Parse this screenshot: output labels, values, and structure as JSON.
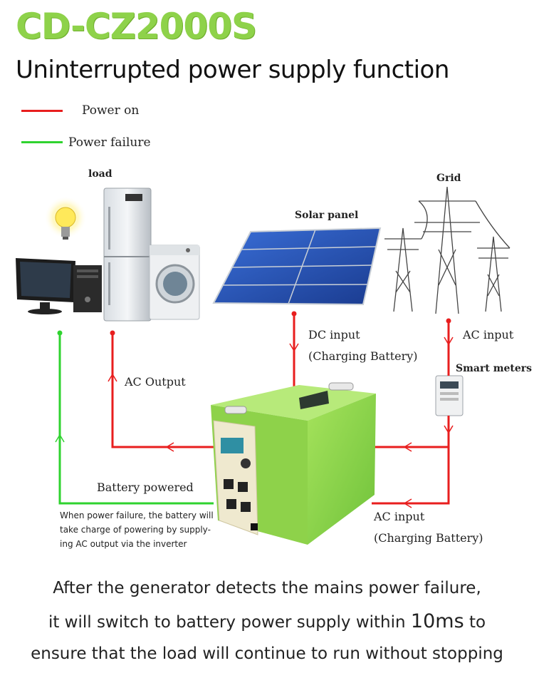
{
  "header": {
    "model": "CD-CZ2000S",
    "subtitle": "Uninterrupted power supply function"
  },
  "legend": {
    "power_on": "Power on",
    "power_failure": "Power failure"
  },
  "labels": {
    "load": "load",
    "grid": "Grid",
    "solar_panel": "Solar panel",
    "dc_input": "DC input",
    "dc_input_sub": "(Charging Battery)",
    "ac_input_top": "AC input",
    "smart_meters": "Smart meters",
    "ac_output": "AC Output",
    "battery_powered": "Battery powered",
    "ac_input_bottom": "AC input",
    "ac_input_bottom_sub": "(Charging Battery)"
  },
  "note": {
    "line1": "When power failure, the battery will",
    "line2": "take charge of powering by supply-",
    "line3": "ing AC output via the inverter"
  },
  "bottom": {
    "line1": "After the generator detects the mains power failure,",
    "line2_a": "it will switch to battery power supply within ",
    "line2_b": "10ms",
    "line2_c": " to",
    "line3": "ensure that the load will continue to run without stopping"
  },
  "colors": {
    "power_on": "#e81e1e",
    "power_failure": "#2fd32f",
    "brand_green": "#8ed24a"
  }
}
